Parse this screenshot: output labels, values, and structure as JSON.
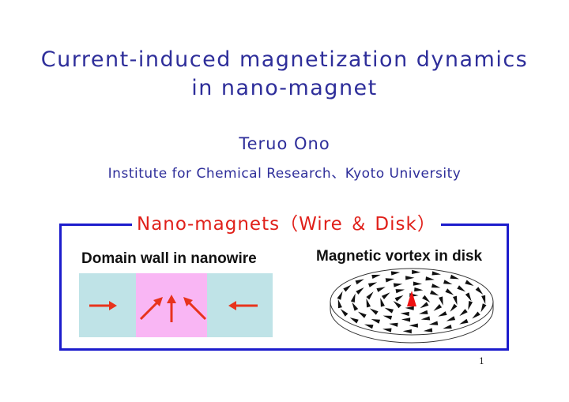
{
  "slide": {
    "title_line1": "Current‐induced magnetization dynamics",
    "title_line2": "in nano‐magnet",
    "author": "Teruo Ono",
    "affiliation": "Institute for Chemical Research、Kyoto University",
    "box_title": "Nano‐magnets（Wire ＆ Disk）",
    "left_heading": "Domain wall in nanowire",
    "right_heading": "Magnetic vortex in disk",
    "page_number": "1"
  },
  "colors": {
    "title_text": "#2e2e9a",
    "box_title": "#e0201a",
    "frame": "#1c1ccc",
    "domain": "#bfe3e7",
    "wall": "#f9b6f4",
    "arrow": "#e8331c"
  },
  "icons": [
    "right-arrow-icon",
    "left-arrow-icon",
    "tilted-arrow-icon",
    "vortex-core-icon"
  ]
}
